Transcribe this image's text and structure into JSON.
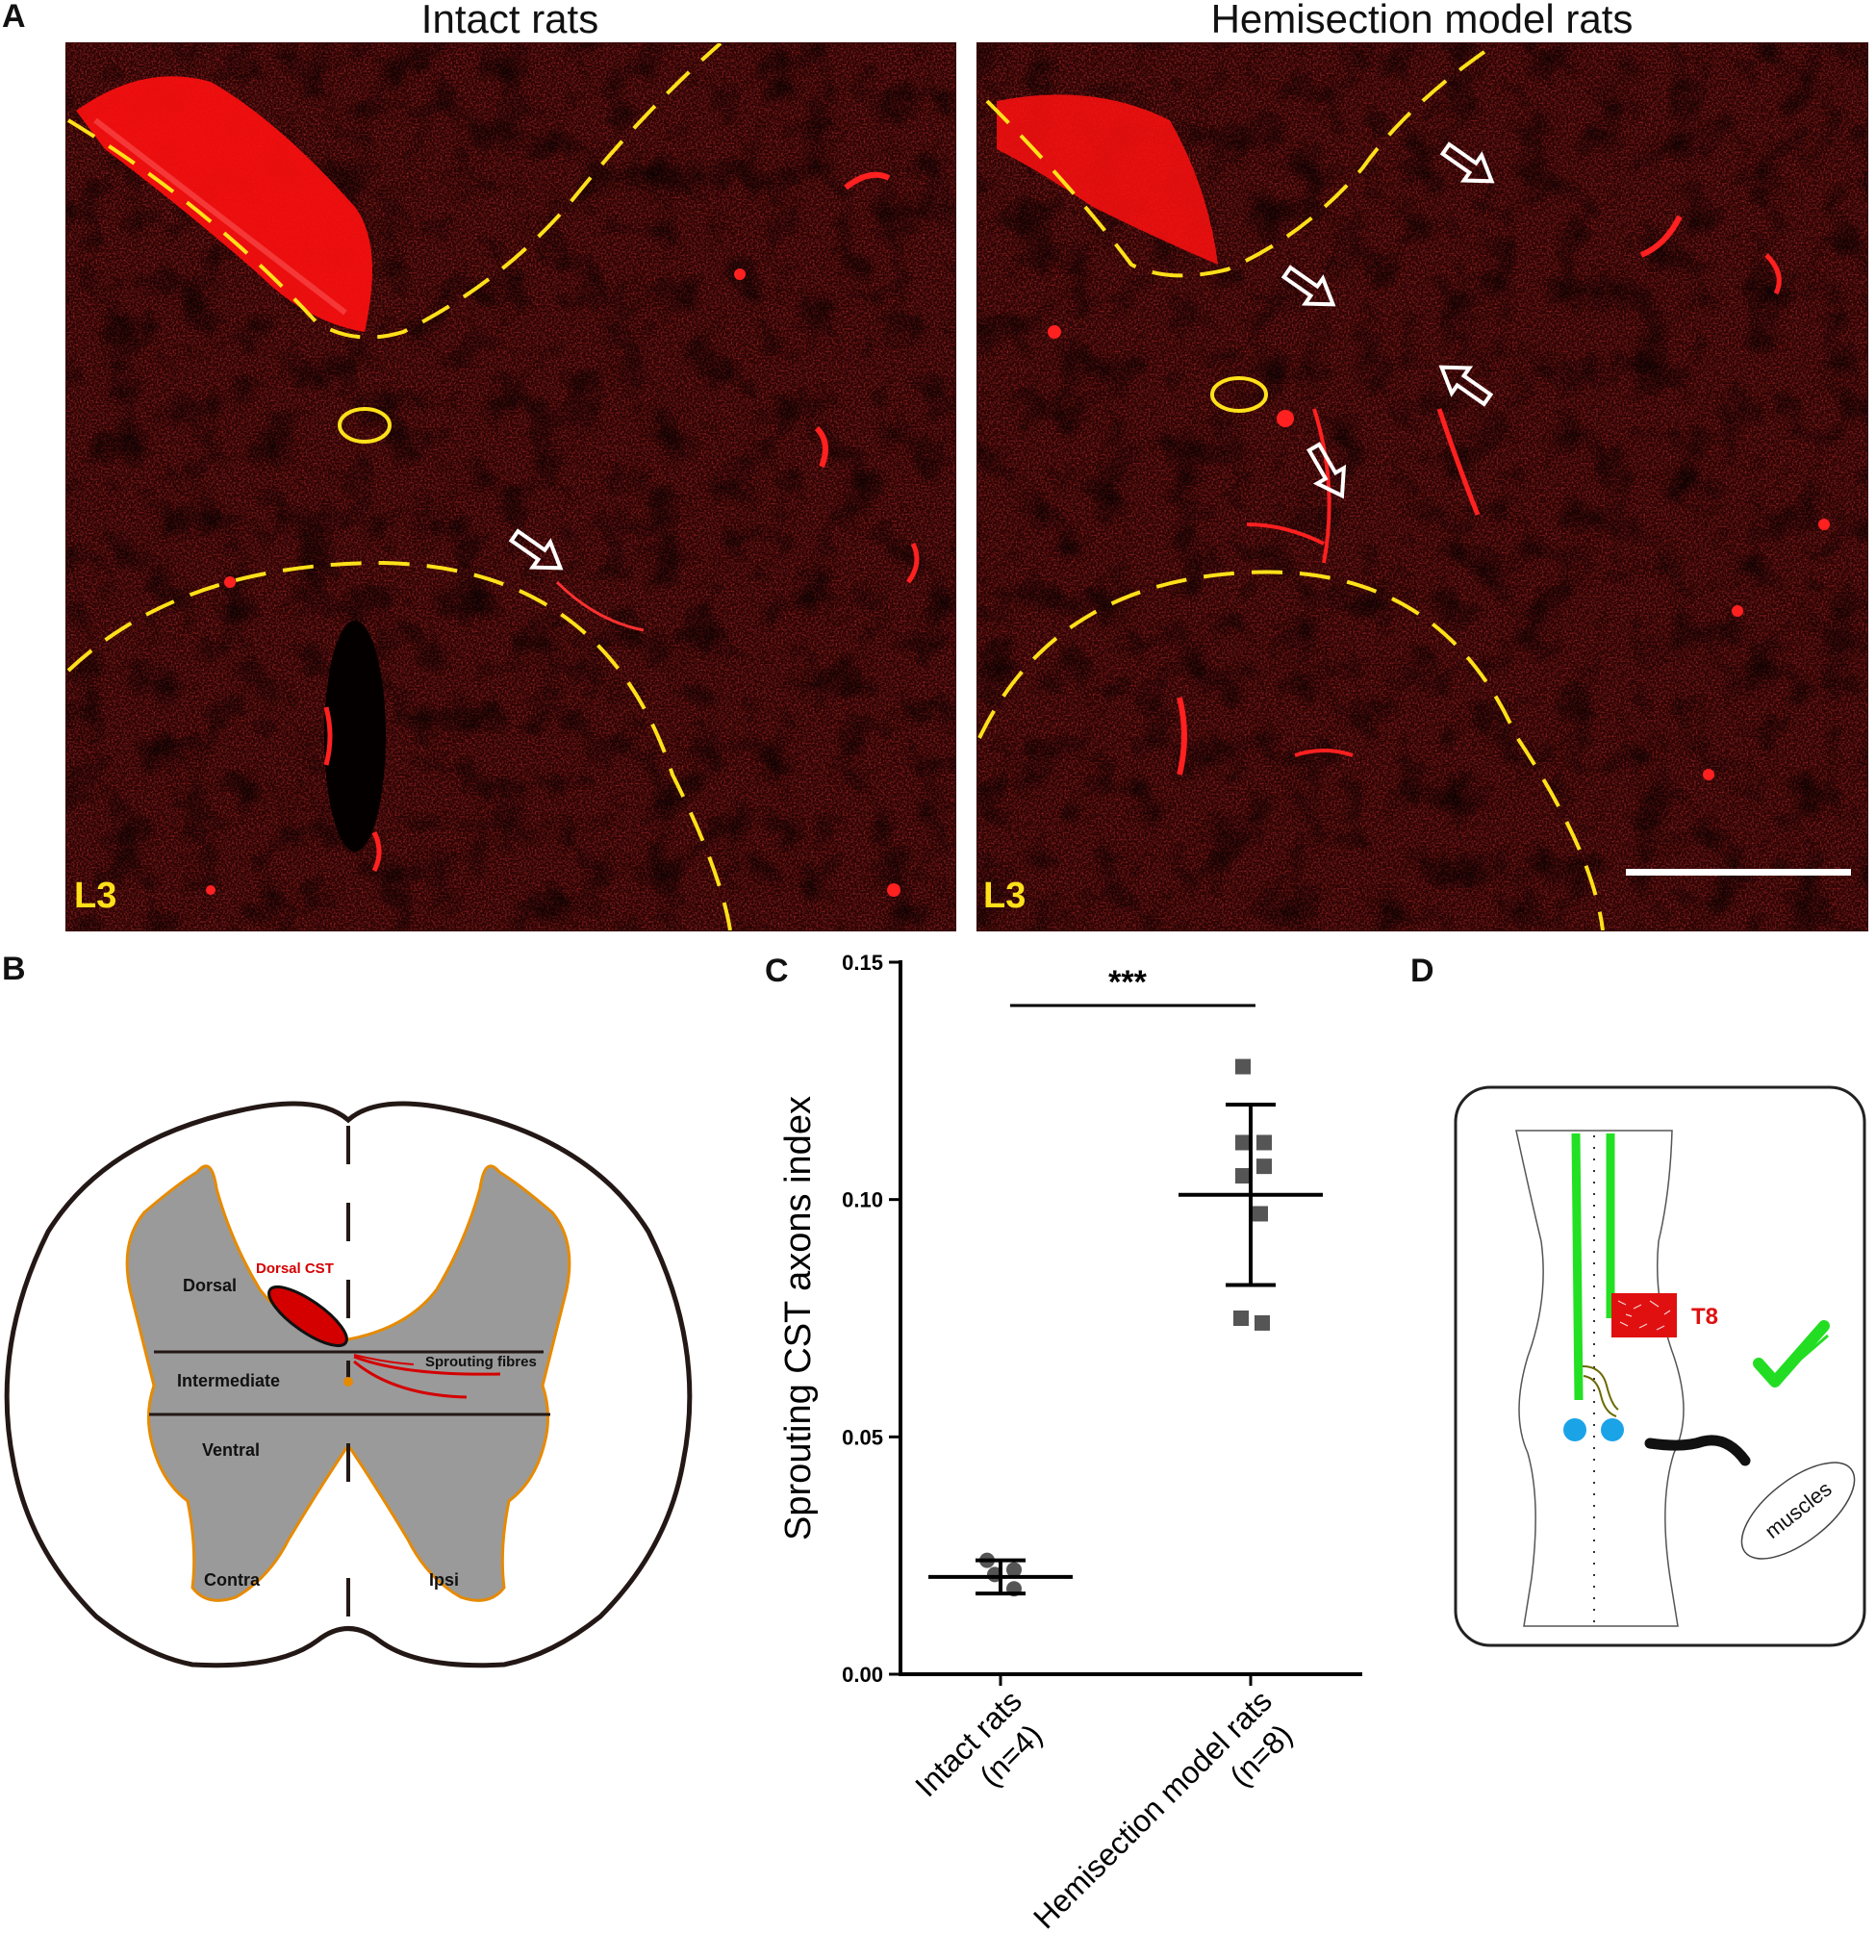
{
  "panels": {
    "a": {
      "letter": "A",
      "left_title": "Intact rats",
      "right_title": "Hemisection model rats",
      "level_label_left": "L3",
      "level_label_right": "L3",
      "colors": {
        "fluorescence": "#ff1a1a",
        "outline": "#ffe11a",
        "background": "#200000"
      }
    },
    "b": {
      "letter": "B",
      "labels": {
        "dorsal": "Dorsal",
        "dorsal_cst": "Dorsal CST",
        "sprouting": "Sprouting fibres",
        "intermediate": "Intermediate",
        "ventral": "Ventral",
        "contra": "Contra",
        "ipsi": "Ipsi"
      },
      "colors": {
        "grey_matter": "#9a9a9a",
        "border": "#e68a00",
        "cst": "#d40000"
      }
    },
    "c": {
      "letter": "C"
    },
    "d": {
      "letter": "D",
      "lesion_label": "T8",
      "muscle_label": "muscles",
      "colors": {
        "tract": "#22e022",
        "lesion": "#e01010",
        "neuron": "#1ba3e8",
        "check": "#22dd22"
      }
    }
  },
  "chart_data": {
    "type": "scatter",
    "title": "",
    "xlabel": "",
    "ylabel": "Sprouting CST axons index",
    "ylim": [
      0,
      0.15
    ],
    "yticks": [
      "0.00",
      "0.05",
      "0.10",
      "0.15"
    ],
    "categories": [
      "Intact rats\n(n=4)",
      "Hemisection model rats\n(n=8)"
    ],
    "category_lines": [
      [
        "Intact rats",
        "(n=4)"
      ],
      [
        "Hemisection model rats",
        "(n=8)"
      ]
    ],
    "significance": "***",
    "series": [
      {
        "group": "Intact rats (n=4)",
        "marker": "circle",
        "values": [
          0.024,
          0.022,
          0.021,
          0.018
        ],
        "mean": 0.0205,
        "sd": 0.0035
      },
      {
        "group": "Hemisection model rats (n=8)",
        "marker": "square",
        "values": [
          0.128,
          0.112,
          0.112,
          0.107,
          0.105,
          0.097,
          0.075,
          0.074
        ],
        "mean": 0.101,
        "sd": 0.019
      }
    ],
    "colors": {
      "points": "#555555",
      "bars": "#000000"
    }
  }
}
